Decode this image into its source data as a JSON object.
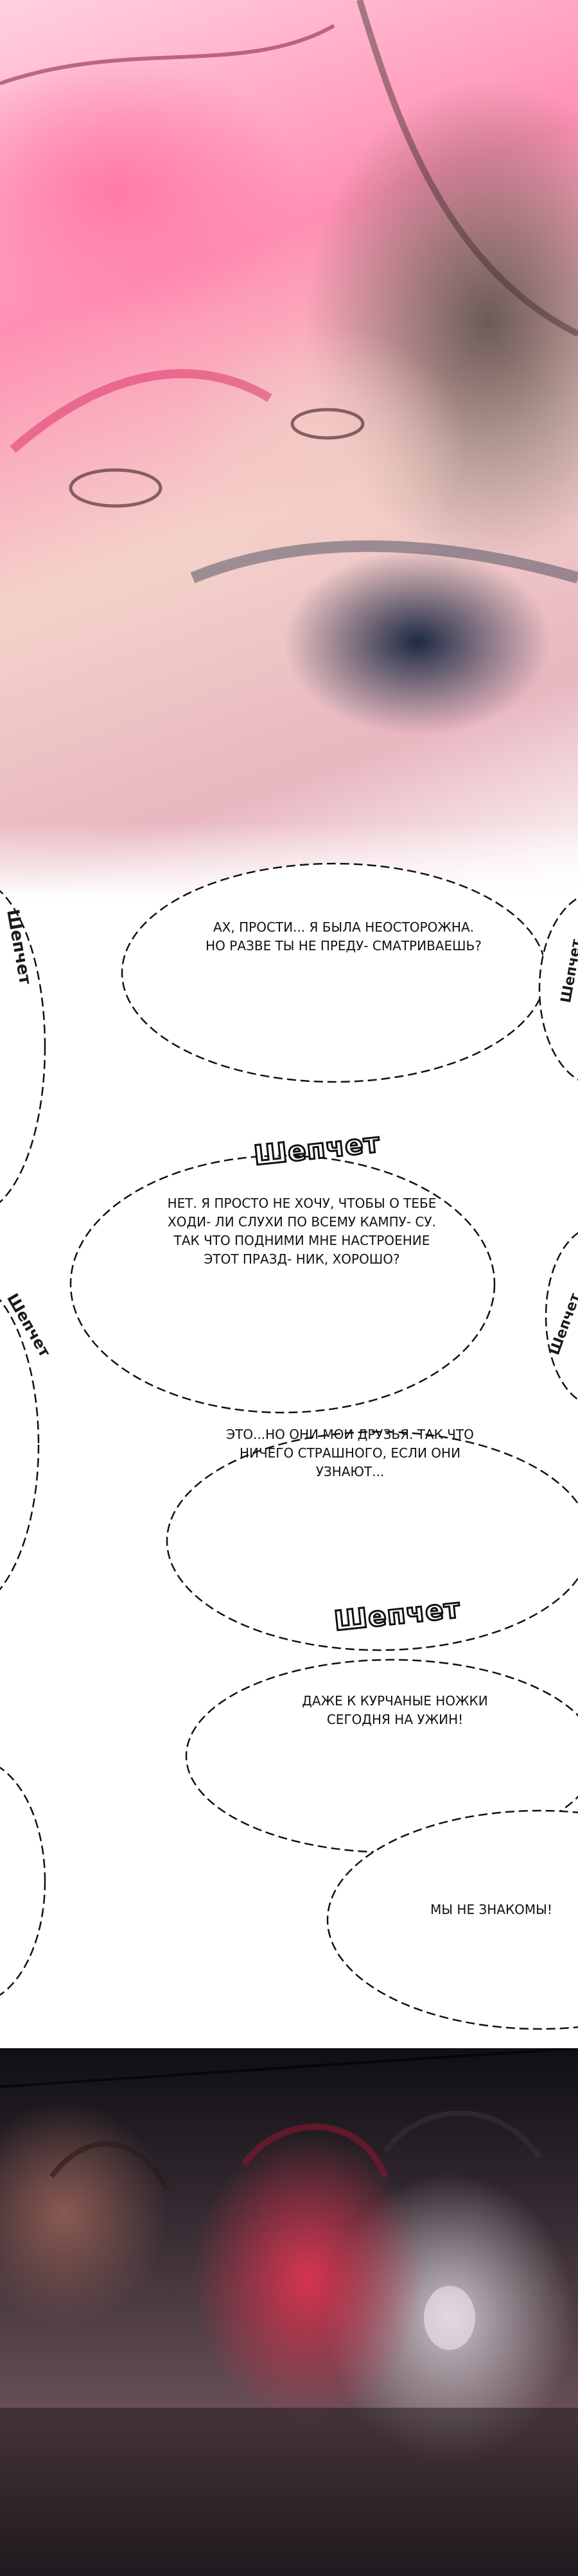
{
  "panels": {
    "top": {
      "icon": "anime-artwork"
    },
    "bottom": {
      "icon": "anime-artwork"
    }
  },
  "bubbles": [
    {
      "text": "Ах, прости... Я была неосторожна. Но разве ты не преду- сматриваешь?"
    },
    {
      "text": "Нет. Я просто не хочу, чтобы о тебе ходи- ли слухи по всему кампу- су. Так что подними мне настроение этот празд- ник, хорошо?"
    },
    {
      "text": "Это...но они мои друзья. Так что ничего страшного, если они узнают..."
    },
    {
      "text": "Даже к курчаные ножки сегодня на ужин!"
    },
    {
      "text": "Мы не знакомы!"
    }
  ],
  "sfx": [
    "Шепчет",
    "Шепчет"
  ],
  "ghost_text": [
    "Шепчет",
    "Шепчет",
    "Шепчет",
    "Шепчет"
  ]
}
